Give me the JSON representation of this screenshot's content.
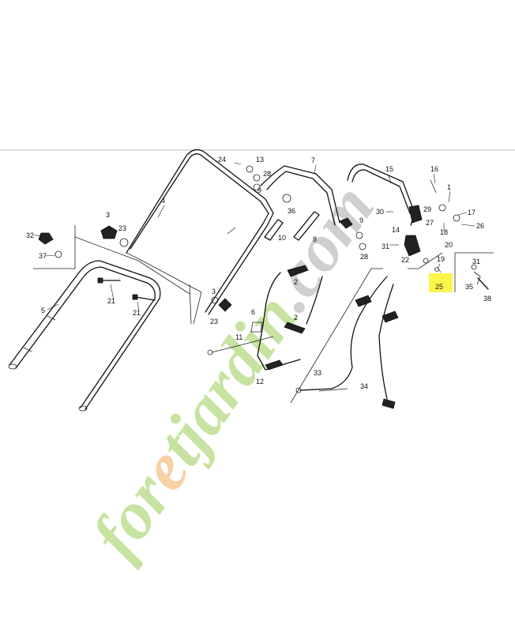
{
  "watermark": {
    "segments": [
      "for",
      "e",
      "t",
      "j",
      "ardin",
      ".",
      "com"
    ],
    "colors": {
      "green": "#c7e3a2",
      "orange": "#f7d0a4",
      "grey": "#cfcfcf"
    }
  },
  "highlighted_part": "25",
  "parts": [
    {
      "id": "p1",
      "label": "1"
    },
    {
      "id": "p2a",
      "label": "2"
    },
    {
      "id": "p2b",
      "label": "2"
    },
    {
      "id": "p3a",
      "label": "3"
    },
    {
      "id": "p3b",
      "label": "3"
    },
    {
      "id": "p4",
      "label": "4"
    },
    {
      "id": "p5",
      "label": "5"
    },
    {
      "id": "p6",
      "label": "6"
    },
    {
      "id": "p7",
      "label": "7"
    },
    {
      "id": "p8",
      "label": "8"
    },
    {
      "id": "p9a",
      "label": "9"
    },
    {
      "id": "p9b",
      "label": "9"
    },
    {
      "id": "p10",
      "label": "10"
    },
    {
      "id": "p11",
      "label": "11"
    },
    {
      "id": "p12",
      "label": "12"
    },
    {
      "id": "p13",
      "label": "13"
    },
    {
      "id": "p14",
      "label": "14"
    },
    {
      "id": "p15",
      "label": "15"
    },
    {
      "id": "p16",
      "label": "16"
    },
    {
      "id": "p17",
      "label": "17"
    },
    {
      "id": "p18",
      "label": "18"
    },
    {
      "id": "p19",
      "label": "19"
    },
    {
      "id": "p20",
      "label": "20"
    },
    {
      "id": "p21a",
      "label": "21"
    },
    {
      "id": "p21b",
      "label": "21"
    },
    {
      "id": "p22",
      "label": "22"
    },
    {
      "id": "p23a",
      "label": "23"
    },
    {
      "id": "p23b",
      "label": "23"
    },
    {
      "id": "p24",
      "label": "24"
    },
    {
      "id": "p25",
      "label": "25"
    },
    {
      "id": "p26",
      "label": "26"
    },
    {
      "id": "p27",
      "label": "27"
    },
    {
      "id": "p28a",
      "label": "28"
    },
    {
      "id": "p28b",
      "label": "28"
    },
    {
      "id": "p29",
      "label": "29"
    },
    {
      "id": "p30",
      "label": "30"
    },
    {
      "id": "p31a",
      "label": "31"
    },
    {
      "id": "p31b",
      "label": "31"
    },
    {
      "id": "p32",
      "label": "32"
    },
    {
      "id": "p33",
      "label": "33"
    },
    {
      "id": "p34",
      "label": "34"
    },
    {
      "id": "p35",
      "label": "35"
    },
    {
      "id": "p36",
      "label": "36"
    },
    {
      "id": "p37",
      "label": "37"
    },
    {
      "id": "p38",
      "label": "38"
    }
  ]
}
